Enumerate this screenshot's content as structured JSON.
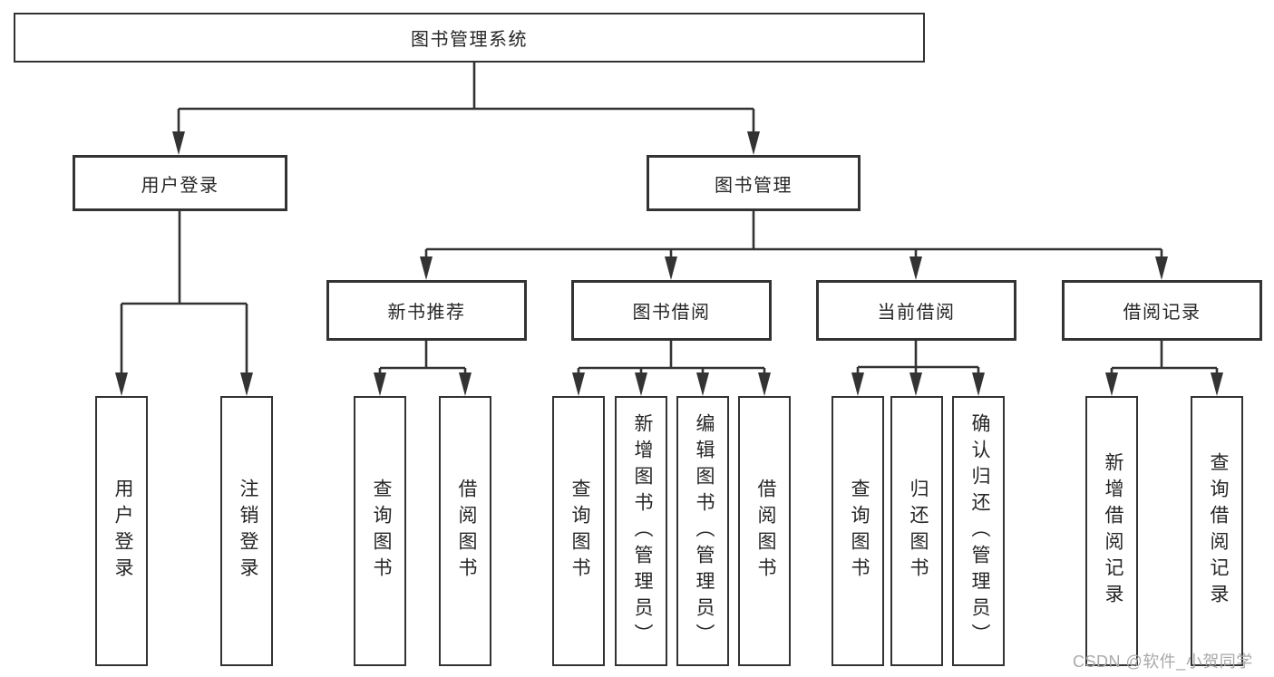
{
  "colors": {
    "line": "#333333",
    "text": "#262626",
    "background": "#ffffff",
    "watermark": "#a9a9a9"
  },
  "root": {
    "label": "图书管理系统"
  },
  "modules": [
    {
      "label": "用户登录",
      "features": [
        {
          "label": "用户登录"
        },
        {
          "label": "注销登录"
        }
      ]
    },
    {
      "label": "图书管理",
      "submodules": [
        {
          "label": "新书推荐",
          "features": [
            {
              "label": "查询图书"
            },
            {
              "label": "借阅图书"
            }
          ]
        },
        {
          "label": "图书借阅",
          "features": [
            {
              "label": "查询图书"
            },
            {
              "label": "新增图书（管理员）"
            },
            {
              "label": "编辑图书（管理员）"
            },
            {
              "label": "借阅图书"
            }
          ]
        },
        {
          "label": "当前借阅",
          "features": [
            {
              "label": "查询图书"
            },
            {
              "label": "归还图书"
            },
            {
              "label": "确认归还（管理员）"
            }
          ]
        },
        {
          "label": "借阅记录",
          "features": [
            {
              "label": "新增借阅记录"
            },
            {
              "label": "查询借阅记录"
            }
          ]
        }
      ]
    }
  ],
  "watermark": "CSDN @软件_小贺同学"
}
